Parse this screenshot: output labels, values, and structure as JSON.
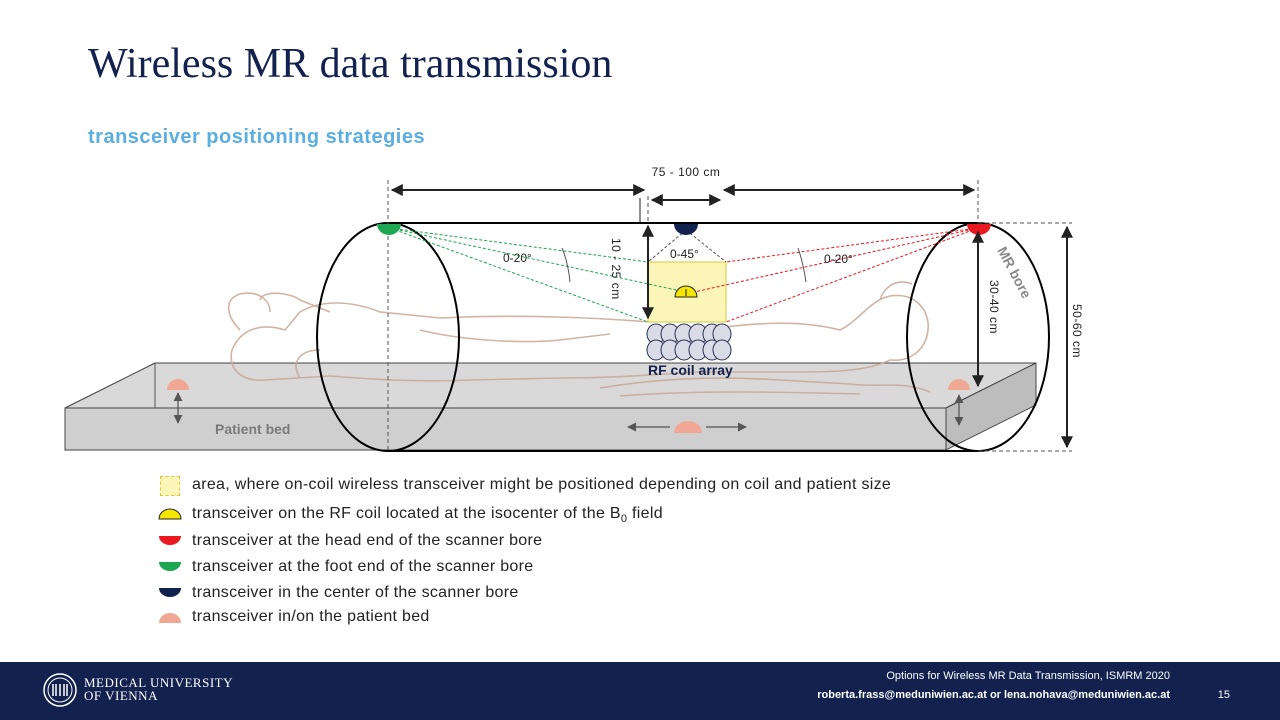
{
  "slide": {
    "title": "Wireless MR data transmission",
    "subtitle": "transceiver positioning strategies",
    "page_number": "15"
  },
  "diagram": {
    "dim_length": "75 - 100 cm",
    "dim_coil_distance": "10 - 25 cm",
    "dim_bore_half": "30-40 cm",
    "dim_bore_diameter": "50-60 cm",
    "angle_left": "0-20°",
    "angle_center": "0-45°",
    "angle_right": "0-20°",
    "label_bore": "MR bore",
    "label_coil": "RF coil array",
    "label_bed": "Patient bed"
  },
  "legend": {
    "area": "area, where on-coil wireless transceiver might be positioned depending on coil and patient size",
    "isocenter_prefix": "transceiver on the RF coil located at the isocenter of the B",
    "isocenter_sub": "0",
    "isocenter_suffix": " field",
    "head": "transceiver at the head end of the scanner bore",
    "foot": "transceiver at the foot end of the scanner bore",
    "center": "transceiver in the center of the scanner bore",
    "bed": "transceiver in/on the patient bed"
  },
  "colors": {
    "title": "#13214f",
    "subtitle": "#5aaee0",
    "head_red": "#e8191f",
    "foot_green": "#1ea650",
    "center_navy": "#13214f",
    "isocenter_yellow": "#f5e600",
    "bed_salmon": "#f0a894",
    "area_fill": "#fbf6b8",
    "footer_bg": "#13214f"
  },
  "footer": {
    "university_line1": "MEDICAL UNIVERSITY",
    "university_line2": "OF VIENNA",
    "conference": "Options for Wireless MR Data Transmission, ISMRM 2020",
    "contact": "roberta.frass@meduniwien.ac.at or lena.nohava@meduniwien.ac.at"
  }
}
